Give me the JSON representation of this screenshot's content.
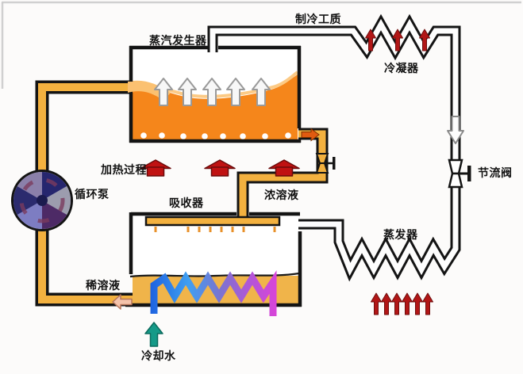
{
  "labels": {
    "steam_generator": "蒸汽发生器",
    "refrigerant": "制冷工质",
    "condenser": "冷凝器",
    "throttle_valve": "节流阀",
    "evaporator": "蒸发器",
    "concentrated_solution": "浓溶液",
    "absorber": "吸收器",
    "heating_process": "加热过程",
    "circulation_pump": "循环泵",
    "dilute_solution": "稀溶液",
    "cooling_water": "冷却水"
  },
  "colors": {
    "solution_pipe": "#f3b13f",
    "generator_liquid": "#f5861b",
    "generator_liquid_light": "#fbc171",
    "absorber_liquid": "#f0b44a",
    "heat_arrow_red": "#c01212",
    "flow_arrow_red": "#b21616",
    "cooling_water_teal": "#159a88",
    "pipe_outline_black": "#141414",
    "coil_gradient": [
      "#1e63e0",
      "#3f9ff2",
      "#7a74d0",
      "#d844d8"
    ]
  }
}
